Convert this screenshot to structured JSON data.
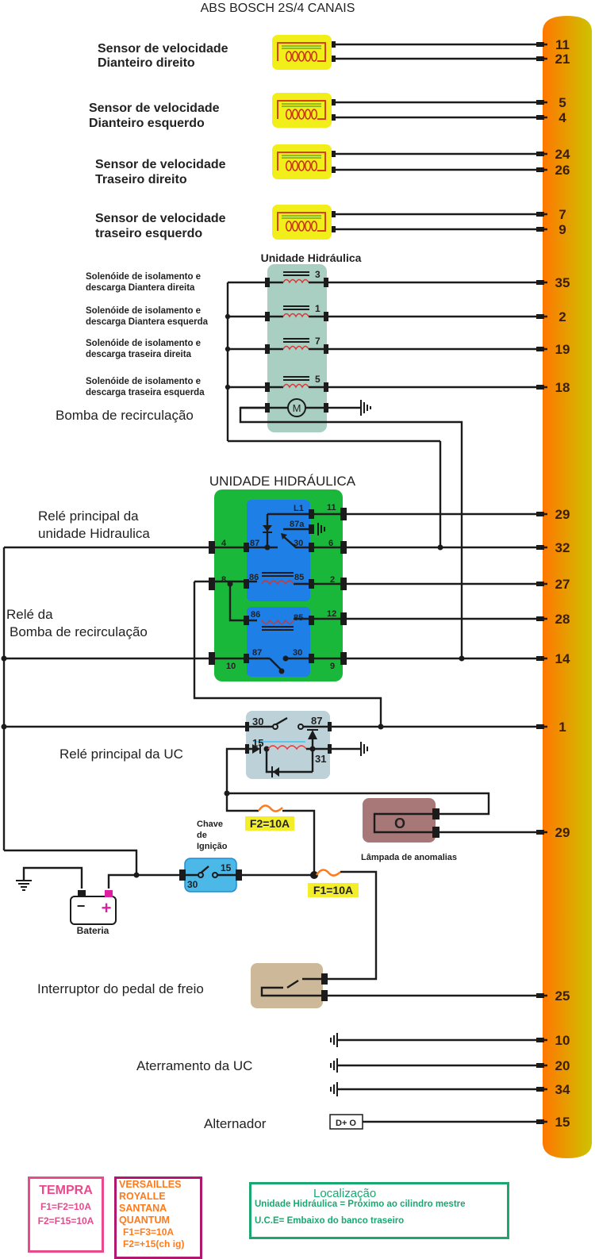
{
  "title": "ABS BOSCH 2S/4 CANAIS",
  "colors": {
    "ecu_bar_start": "#ff7700",
    "ecu_bar_end": "#cdc300",
    "sensor_box": "#f2ee1a",
    "hydraulic_unit_small": "#a8cfc2",
    "hydraulic_unit_main": "#19b83a",
    "relay_inner": "#1e7fe6",
    "uc_relay": "#bcd1d8",
    "ignition_switch": "#4cb8e8",
    "lamp_box": "#a87878",
    "brake_switch": "#cdb99a",
    "fuse_label_bg": "#f4ee2a",
    "fuse_wire": "#ff7a1a",
    "tempra": "#e84a8c",
    "versailles_border": "#b01870",
    "versailles_text": "#ff7a1a",
    "location": "#1aa870"
  },
  "sensors": [
    {
      "label_line1": "Sensor de velocidade",
      "label_line2": "Dianteiro direito",
      "pins": [
        "11",
        "21"
      ]
    },
    {
      "label_line1": "Sensor de velocidade",
      "label_line2": "Dianteiro esquerdo",
      "pins": [
        "5",
        "4"
      ]
    },
    {
      "label_line1": "Sensor de velocidade",
      "label_line2": "Traseiro direito",
      "pins": [
        "24",
        "26"
      ]
    },
    {
      "label_line1": "Sensor de velocidade",
      "label_line2": "traseiro esquerdo",
      "pins": [
        "7",
        "9"
      ]
    }
  ],
  "hydraulic_unit_small": {
    "title": "Unidade Hidráulica",
    "solenoids": [
      {
        "label_line1": "Solenóide de isolamento e",
        "label_line2": "descarga Diantera direita",
        "internal": "3",
        "pin": "35"
      },
      {
        "label_line1": "Solenóide de isolamento e",
        "label_line2": "descarga Diantera esquerda",
        "internal": "1",
        "pin": "2"
      },
      {
        "label_line1": "Solenóide de isolamento e",
        "label_line2": "descarga traseira direita",
        "internal": "7",
        "pin": "19"
      },
      {
        "label_line1": "Solenóide de isolamento e",
        "label_line2": "descarga traseira esquerda",
        "internal": "5",
        "pin": "18"
      }
    ],
    "pump_label": "Bomba de recirculação",
    "motor_symbol": "M"
  },
  "hydraulic_unit_main": {
    "title": "UNIDADE HIDRÁULICA",
    "main_relay_label_line1": "Relé principal da",
    "main_relay_label_line2": "unidade Hidraulica",
    "pump_relay_label_line1": "Relé da",
    "pump_relay_label_line2": "Bomba de recirculação",
    "terminals": {
      "l1": "L1",
      "t87a": "87a",
      "t87": "87",
      "t30": "30",
      "t86": "86",
      "t85": "85"
    },
    "connector_pins": {
      "c11": "11",
      "c4": "4",
      "c6": "6",
      "c8": "8",
      "c2": "2",
      "c12": "12",
      "c10": "10",
      "c9": "9"
    },
    "ecu_pins": [
      "29",
      "32",
      "27",
      "28",
      "14"
    ]
  },
  "uc_relay": {
    "label": "Relé principal da UC",
    "terminals": {
      "t30": "30",
      "t87": "87",
      "t15": "15",
      "t31": "31"
    },
    "ecu_pin": "1"
  },
  "ignition": {
    "label_line1": "Chave",
    "label_line2": "de",
    "label_line3": "Ignição",
    "t30": "30",
    "t15": "15"
  },
  "fuses": {
    "f1": "F1=10A",
    "f2": "F2=10A"
  },
  "battery": {
    "label": "Bateria",
    "minus": "−",
    "plus": "+"
  },
  "lamp": {
    "label": "Lâmpada de anomalias",
    "symbol": "O",
    "ecu_pin": "29"
  },
  "brake_switch": {
    "label": "Interruptor do pedal  de freio",
    "ecu_pin": "25"
  },
  "ground": {
    "label": "Aterramento da UC",
    "pins": [
      "10",
      "20",
      "34"
    ]
  },
  "alternator": {
    "label": "Alternador",
    "symbol": "D+ O",
    "ecu_pin": "15"
  },
  "notes": {
    "tempra": {
      "title": "TEMPRA",
      "line1": "F1=F2=10A",
      "line2": "F2=F15=10A"
    },
    "versailles": {
      "lines": [
        "VERSAILLES",
        "ROYALLE",
        "SANTANA",
        "QUANTUM"
      ],
      "line5": "F1=F3=10A",
      "line6": "F2=+15(ch ig)"
    },
    "location": {
      "title": "Localização",
      "line1": "Unidade Hidráulica = Próximo ao cilindro mestre",
      "line2": "U.C.E= Embaixo do banco traseiro"
    }
  }
}
